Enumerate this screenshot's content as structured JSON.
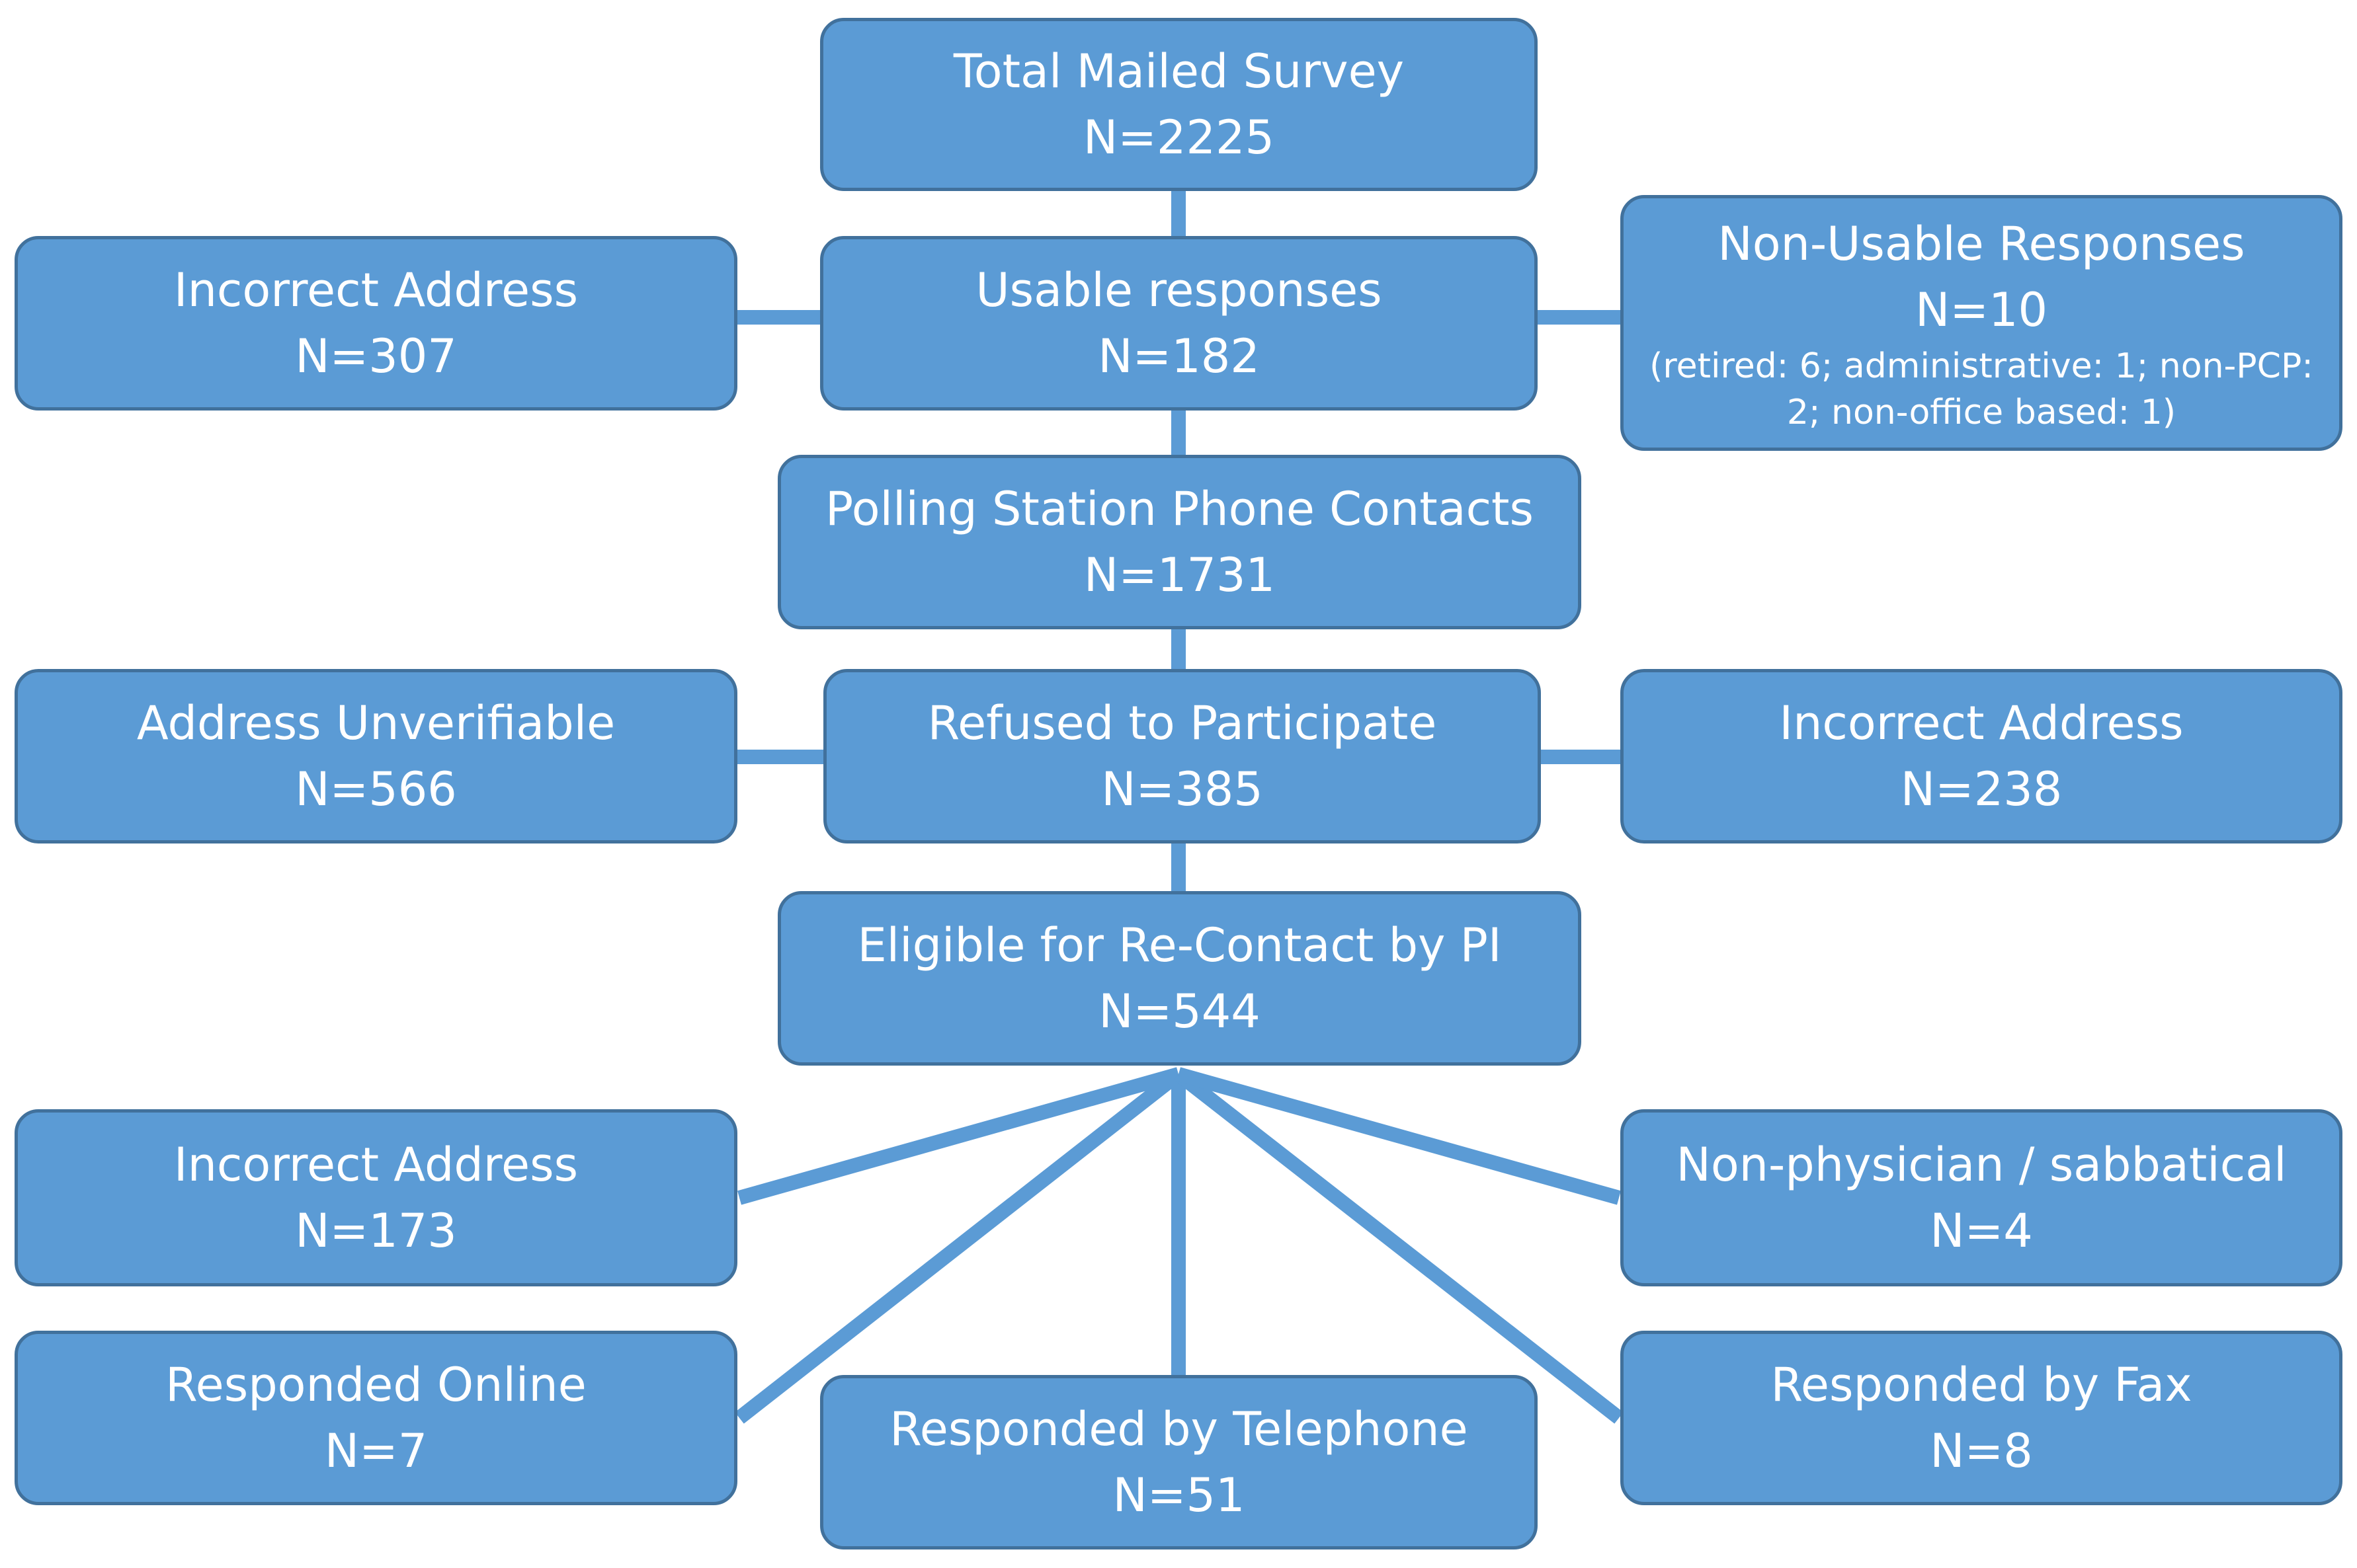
{
  "flowchart": {
    "total": {
      "label": "Total Mailed Survey",
      "count": "N=2225"
    },
    "incorrect1": {
      "label": "Incorrect Address",
      "count": "N=307"
    },
    "usable": {
      "label": "Usable responses",
      "count": "N=182"
    },
    "nonusable": {
      "label": "Non-Usable Responses",
      "count": "N=10",
      "detail": "(retired: 6; administrative: 1; non-PCP: 2; non-office based: 1)"
    },
    "polling": {
      "label": "Polling Station Phone Contacts",
      "count": "N=1731"
    },
    "unverifiable": {
      "label": "Address Unverifiable",
      "count": "N=566"
    },
    "refused": {
      "label": "Refused to Participate",
      "count": "N=385"
    },
    "incorrect2": {
      "label": "Incorrect Address",
      "count": "N=238"
    },
    "eligible": {
      "label": "Eligible for Re-Contact by PI",
      "count": "N=544"
    },
    "incorrect3": {
      "label": "Incorrect Address",
      "count": "N=173"
    },
    "nonphysician": {
      "label": "Non-physician / sabbatical",
      "count": "N=4"
    },
    "online": {
      "label": "Responded Online",
      "count": "N=7"
    },
    "telephone": {
      "label": "Responded by Telephone",
      "count": "N=51"
    },
    "fax": {
      "label": "Responded by Fax",
      "count": "N=8"
    }
  },
  "colors": {
    "box_fill": "#5b9bd5",
    "box_border": "#41719c",
    "text": "#ffffff",
    "connector": "#5b9bd5"
  }
}
